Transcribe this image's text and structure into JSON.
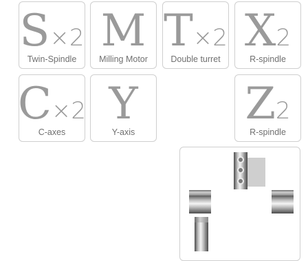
{
  "tiles": [
    {
      "letter": "S",
      "suffix": "×2",
      "caption": "Twin-Spindle"
    },
    {
      "letter": "M",
      "suffix": "",
      "caption": "Milling Motor"
    },
    {
      "letter": "T",
      "suffix": "×2",
      "caption": "Double turret"
    },
    {
      "letter": "X",
      "suffix": "2",
      "caption": "R-spindle"
    },
    {
      "letter": "C",
      "suffix": "×2",
      "caption": "C-axes"
    },
    {
      "letter": "Y",
      "suffix": "",
      "caption": "Y-axis"
    },
    {
      "letter": "Z",
      "suffix": "2",
      "caption": "R-spindle"
    }
  ],
  "colors": {
    "glyph": "#9a9a9a",
    "caption": "#707070",
    "border": "#cfcfcf"
  }
}
